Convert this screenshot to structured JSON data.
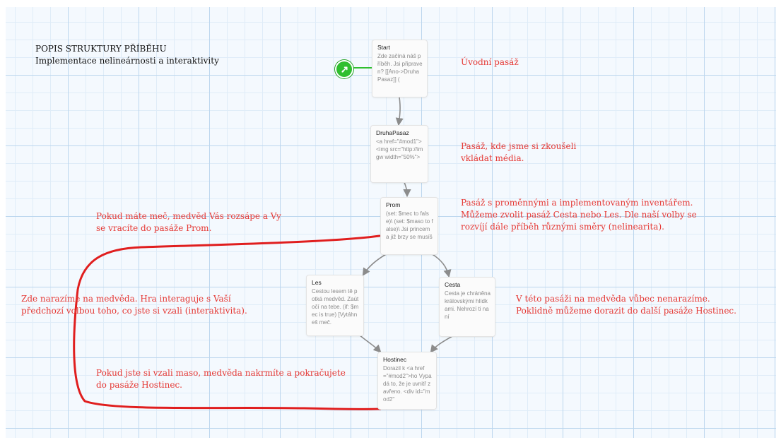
{
  "header": {
    "title": "POPIS STRUKTURY PŘÍBĚHU",
    "subtitle": "Implementace nelineárnosti a interaktivity"
  },
  "passages": {
    "start": {
      "title": "Start",
      "body": "Zde začíná náš příběh. Jsi připraven? [[Ano->DruhaPasaz]] ("
    },
    "druha": {
      "title": "DruhaPasaz",
      "body": "<a href=\"#mod1\"> <img src=\"http://imgw width=\"50%\">"
    },
    "prom": {
      "title": "Prom",
      "body": "(set: $mec to false)\\ (set: $maso to false)\\ Jsi princem a již brzy se musíš"
    },
    "les": {
      "title": "Les",
      "body": "Cestou lesem tě potká medvěd. Zaútočí na tebe. (if: $mec is true) [Vytáhneš meč."
    },
    "cesta": {
      "title": "Cesta",
      "body": "Cesta je chráněna královskými hlídkami. Nehrozí ti na ní"
    },
    "hostinec": {
      "title": "Hostinec",
      "body": "Dorazil k <a href=\"#mod2\">ho Vypadá to, že je uvnitř zavřeno. <div id=\"mod2\""
    }
  },
  "annotations": {
    "uvodni": "Úvodní pasáž",
    "media_line1": "Pasáž, kde jsme si zkoušeli",
    "media_line2": "vkládat média.",
    "prom_line1": "Pasáž s proměnnými a implementovaným inventářem.",
    "prom_line2": "Můžeme zvolit pasáž Cesta nebo Les. Dle naší volby se",
    "prom_line3": "rozvíjí dále příběh různými směry (nelinearita).",
    "mec_line1": "Pokud máte meč, medvěd Vás rozsápe a Vy",
    "mec_line2": "se vracíte do pasáže Prom.",
    "medved_line1": "Zde narazíme na medvěda. Hra interaguje s Vaší",
    "medved_line2": "předchozí volbou toho, co jste si vzali (interaktivita).",
    "cesta_line1": "V této pasáži na medvěda vůbec nenarazíme.",
    "cesta_line2": "Poklidně můžeme dorazit do další pasáže Hostinec.",
    "maso_line1": "Pokud jste si vzali maso, medvěda nakrmíte a pokračujete",
    "maso_line2": "do pasáže Hostinec."
  },
  "colors": {
    "annotation": "#e53935",
    "grid_major": "#bcd6ee",
    "canvas": "#f4f9fe",
    "start_badge": "#2fbf2f",
    "arrow": "#8c8c8c",
    "loop": "#e01e1e"
  },
  "icons": {
    "start": "rocket-icon"
  }
}
